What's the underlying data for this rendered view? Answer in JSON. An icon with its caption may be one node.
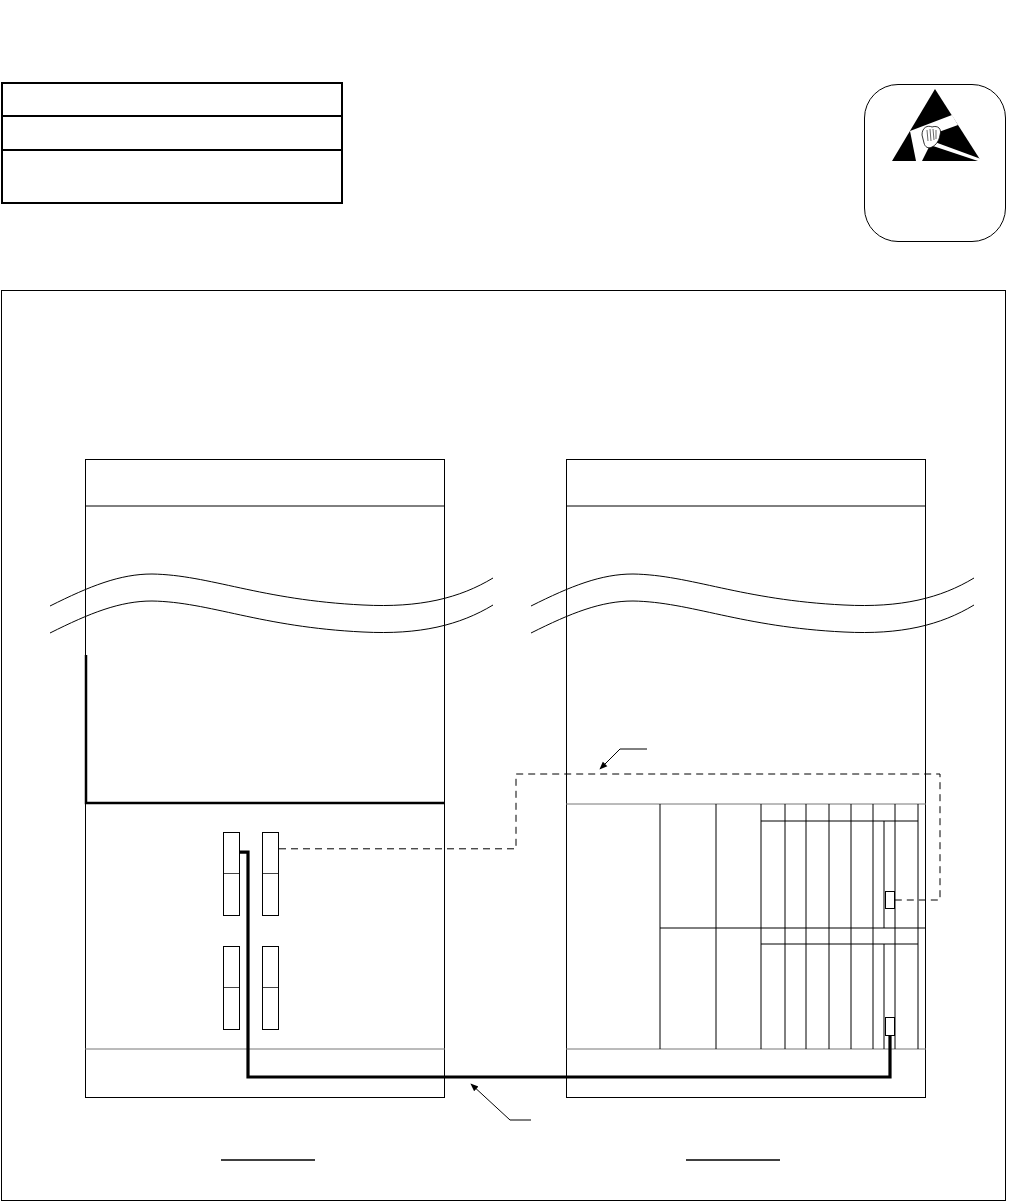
{
  "diagram": {
    "nodes": [
      {
        "text": [],
        "shape": "box"
      },
      {
        "text": [],
        "shape": "box"
      },
      {
        "text": [],
        "shape": "box"
      },
      {
        "text": [],
        "shape": "picture"
      },
      {
        "text": [],
        "shape": "box"
      },
      {
        "text": [],
        "shape": "box",
        "in": 4
      },
      {
        "text": [],
        "shape": "box",
        "in": 4
      },
      {
        "text": [],
        "shape": "bar",
        "in": 5
      },
      {
        "text": [],
        "shape": "bar",
        "in": 5
      },
      {
        "text": [],
        "shape": "bar",
        "in": 5
      },
      {
        "text": [],
        "shape": "bar",
        "in": 5
      },
      {
        "text": [],
        "shape": "box",
        "in": 6
      },
      {
        "text": [],
        "shape": "box",
        "in": 6
      }
    ],
    "edges": [
      {
        "from": 8,
        "to": 11,
        "arrow": "none",
        "style": "dashed"
      },
      {
        "from": 7,
        "to": 12,
        "arrow": "none",
        "style": "thick"
      }
    ]
  }
}
